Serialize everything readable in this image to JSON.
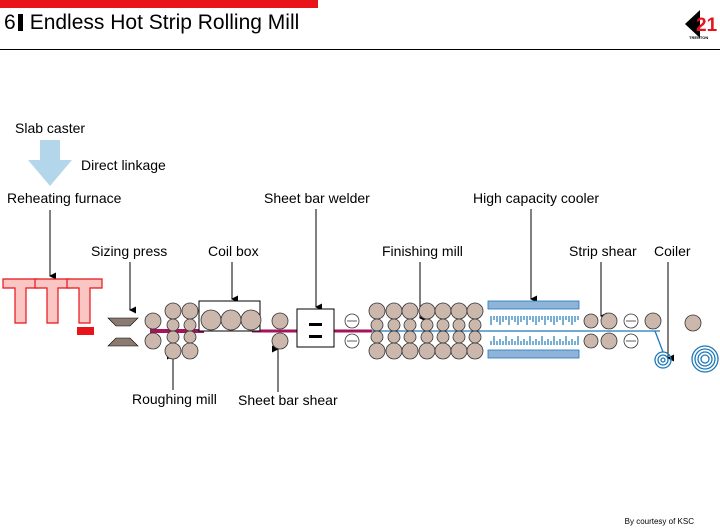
{
  "header": {
    "number": "6",
    "title": "Endless Hot Strip Rolling Mill",
    "accent_color": "#e8131b"
  },
  "logo": {
    "numeral": "21",
    "text": "TRENTON"
  },
  "labels": {
    "slab_caster": "Slab caster",
    "direct_linkage": "Direct linkage",
    "reheating_furnace": "Reheating furnace",
    "sizing_press": "Sizing press",
    "coil_box": "Coil box",
    "sheet_bar_welder": "Sheet bar welder",
    "finishing_mill": "Finishing mill",
    "high_capacity_cooler": "High capacity cooler",
    "strip_shear": "Strip shear",
    "coiler": "Coiler",
    "roughing_mill": "Roughing mill",
    "sheet_bar_shear": "Sheet bar shear"
  },
  "credit": "By courtesy of KSC",
  "colors": {
    "furnace_fill": "#f9c6c3",
    "furnace_stroke": "#e8131b",
    "roll_fill": "#cbb7ac",
    "strip": "#a3145a",
    "cooler": "#8fb3d9",
    "coil": "#1e79b8",
    "arrow": "#b4d6ea"
  }
}
